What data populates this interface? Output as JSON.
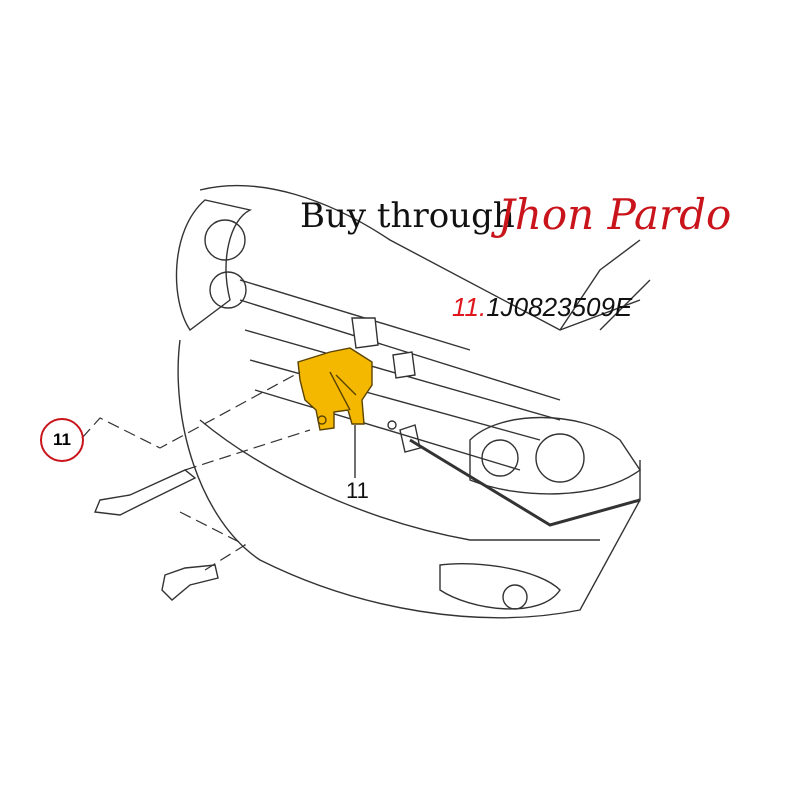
{
  "banner": {
    "prefix": "Buy through",
    "seller": "Jhon Pardo"
  },
  "part_number": {
    "index": "11.",
    "code": "1J0823509E"
  },
  "callout": {
    "label": "11"
  },
  "part_label": "11",
  "colors": {
    "highlight": "#f5b800",
    "accent": "#c8141a",
    "line": "#222222"
  }
}
